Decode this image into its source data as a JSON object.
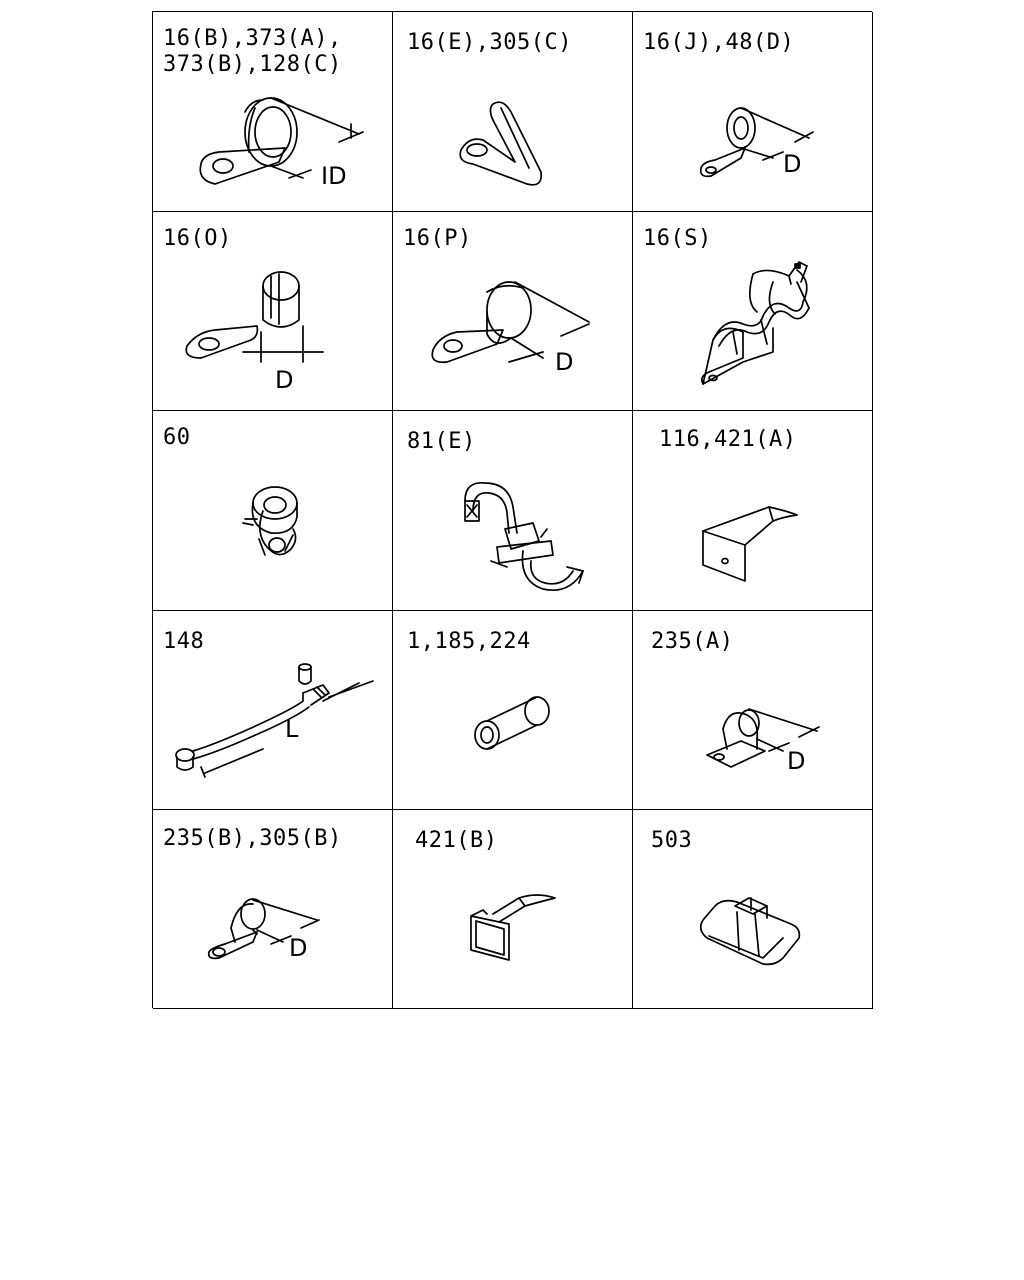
{
  "cells": [
    {
      "label": "16(B),373(A),\n373(B),128(C)",
      "icon": "p-clamp-icon",
      "dim": "ID"
    },
    {
      "label": "16(E),305(C)",
      "icon": "open-clip-icon"
    },
    {
      "label": "16(J),48(D)",
      "icon": "small-clamp-icon",
      "dim": "D"
    },
    {
      "label": "16(O)",
      "icon": "split-clamp-icon",
      "dim": "D"
    },
    {
      "label": "16(P)",
      "icon": "p-clamp-icon",
      "dim": "D"
    },
    {
      "label": "16(S)",
      "icon": "double-saddle-clamp-icon"
    },
    {
      "label": "60",
      "icon": "hose-clip-icon"
    },
    {
      "label": "81(E)",
      "icon": "double-hose-clip-icon"
    },
    {
      "label": "116,421(A)",
      "icon": "flat-bracket-icon"
    },
    {
      "label": "148",
      "icon": "cable-tie-icon",
      "dim": "L"
    },
    {
      "label": "1,185,224",
      "icon": "tube-sleeve-icon"
    },
    {
      "label": "235(A)",
      "icon": "saddle-clamp-icon",
      "dim": "D"
    },
    {
      "label": "235(B),305(B)",
      "icon": "p-clamp-icon",
      "dim": "D"
    },
    {
      "label": "421(B)",
      "icon": "tag-bracket-icon"
    },
    {
      "label": "503",
      "icon": "block-grommet-icon"
    }
  ]
}
